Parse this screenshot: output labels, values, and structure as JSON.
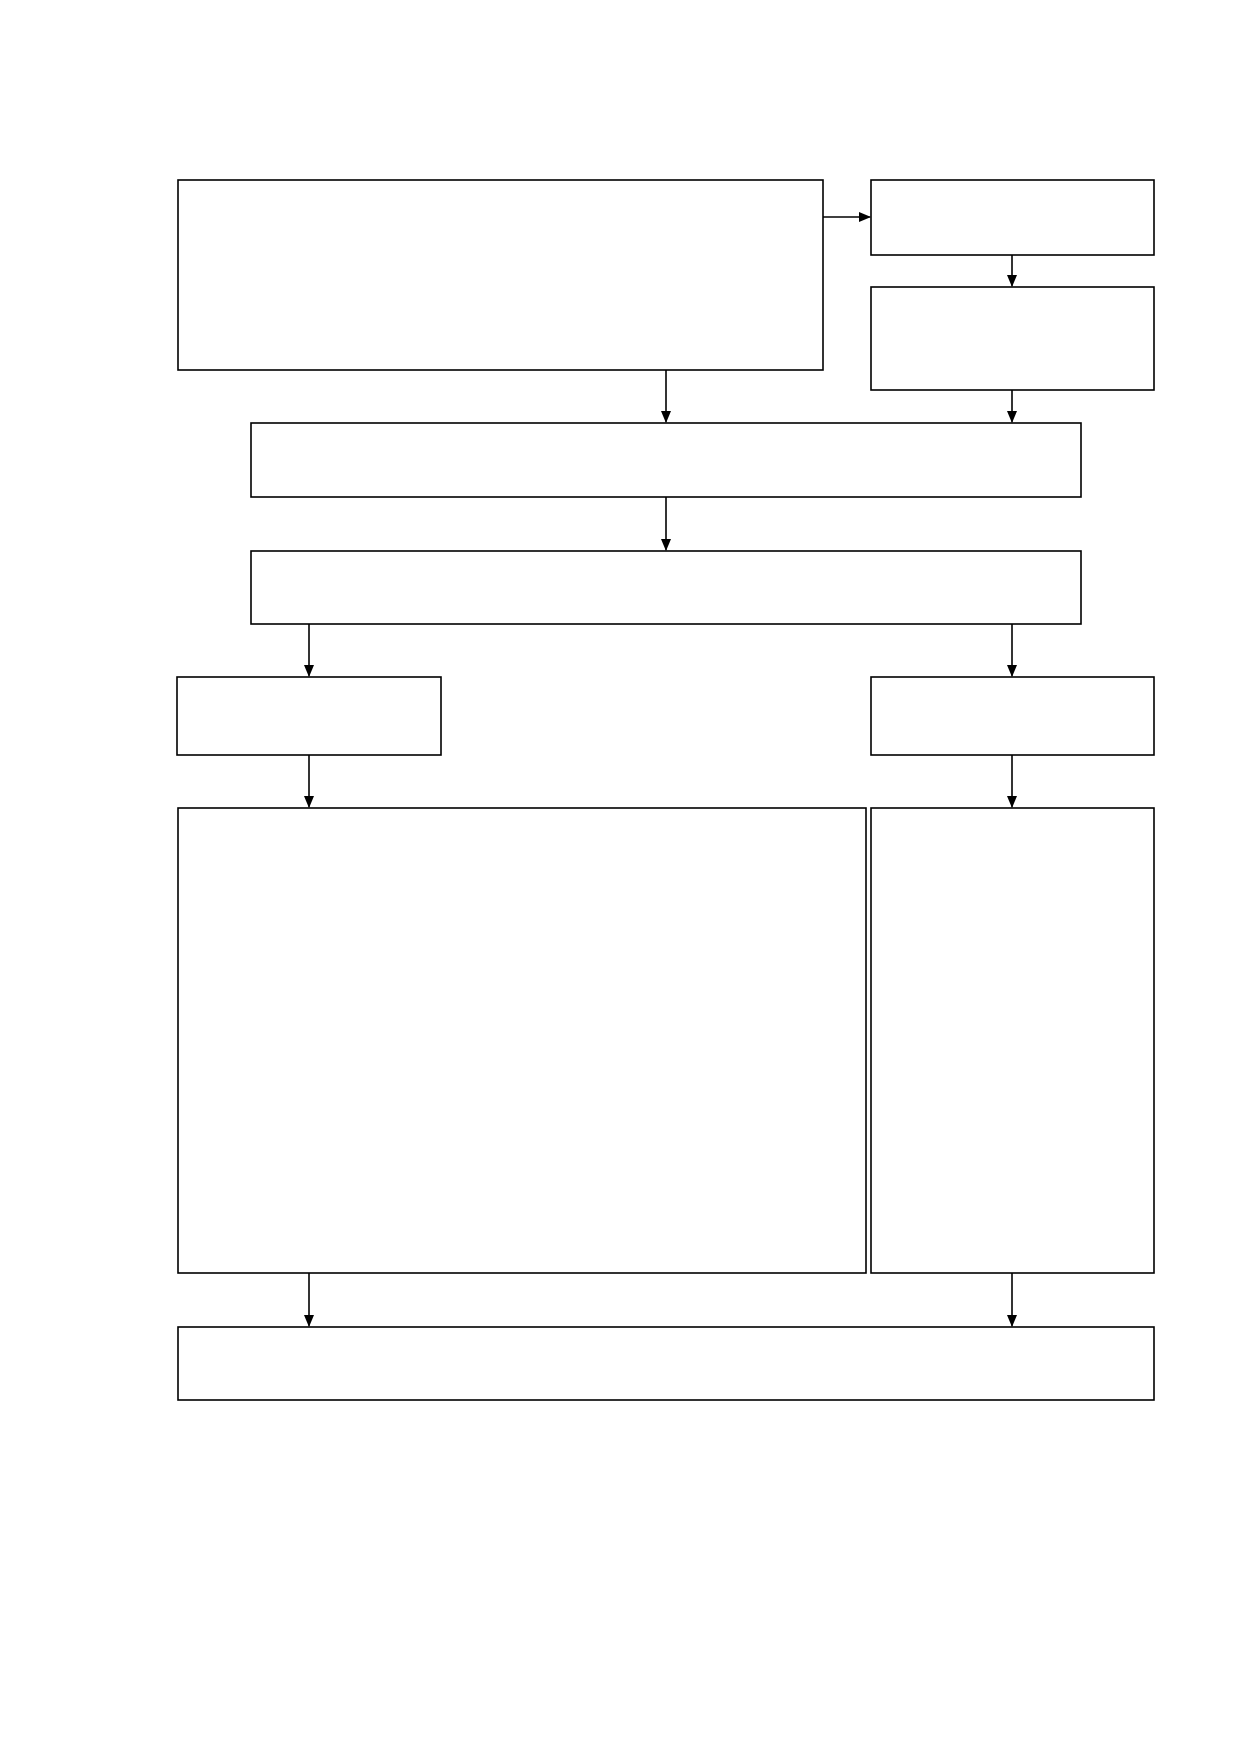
{
  "diagram": {
    "type": "flowchart",
    "colors": {
      "background": "#ffffff",
      "stroke": "#000000",
      "arrowhead": "#000000"
    },
    "nodes": [
      {
        "id": "box-1",
        "text": ""
      },
      {
        "id": "box-2",
        "text": ""
      },
      {
        "id": "box-3",
        "text": ""
      },
      {
        "id": "box-4",
        "text": ""
      },
      {
        "id": "box-5",
        "text": ""
      },
      {
        "id": "box-6",
        "text": ""
      },
      {
        "id": "box-7",
        "text": ""
      },
      {
        "id": "box-8",
        "text": ""
      },
      {
        "id": "box-9",
        "text": ""
      },
      {
        "id": "box-10",
        "text": ""
      }
    ],
    "edges": [
      {
        "from": "box-1",
        "to": "box-2"
      },
      {
        "from": "box-2",
        "to": "box-3"
      },
      {
        "from": "box-1",
        "to": "box-4"
      },
      {
        "from": "box-3",
        "to": "box-4"
      },
      {
        "from": "box-4",
        "to": "box-5"
      },
      {
        "from": "box-5",
        "to": "box-6"
      },
      {
        "from": "box-5",
        "to": "box-7"
      },
      {
        "from": "box-6",
        "to": "box-8"
      },
      {
        "from": "box-7",
        "to": "box-9"
      },
      {
        "from": "box-8",
        "to": "box-10"
      },
      {
        "from": "box-9",
        "to": "box-10"
      }
    ]
  }
}
